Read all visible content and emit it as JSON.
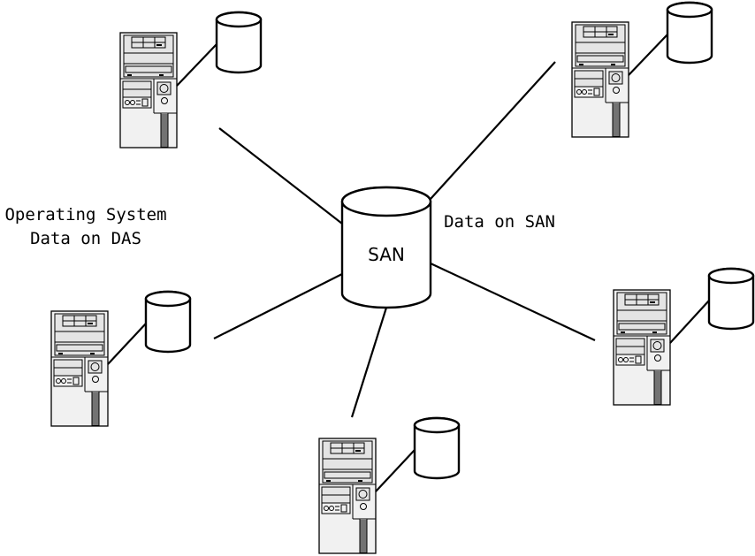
{
  "diagram": {
    "center_node": {
      "label": "SAN",
      "icon": "storage-cylinder-icon"
    },
    "annotations": {
      "left": [
        "Operating System",
        "Data on DAS"
      ],
      "right": "Data on SAN"
    },
    "servers": [
      {
        "id": "server-top-left",
        "icon": "server-tower-icon",
        "local_disk": "disk-cylinder-icon"
      },
      {
        "id": "server-top-right",
        "icon": "server-tower-icon",
        "local_disk": "disk-cylinder-icon"
      },
      {
        "id": "server-left",
        "icon": "server-tower-icon",
        "local_disk": "disk-cylinder-icon"
      },
      {
        "id": "server-bottom",
        "icon": "server-tower-icon",
        "local_disk": "disk-cylinder-icon"
      },
      {
        "id": "server-right",
        "icon": "server-tower-icon",
        "local_disk": "disk-cylinder-icon"
      }
    ],
    "colors": {
      "stroke": "#000000",
      "background": "#ffffff",
      "tower_fill": "#f1f1f1"
    }
  }
}
